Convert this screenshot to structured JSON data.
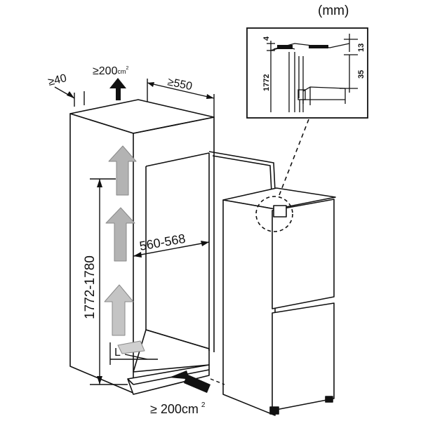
{
  "units": "(mm)",
  "labels": {
    "vent_top": "≥200",
    "vent_top_unit": "cm",
    "vent_top_sup": "2",
    "side_gap": "≥40",
    "depth": "≥550",
    "width": "560-568",
    "height": "1772-1780",
    "length": "L",
    "vent_bottom": "≥ 200cm",
    "vent_bottom_sup": "2"
  },
  "detail": {
    "dim_4": "4",
    "dim_13": "13",
    "dim_35": "35",
    "dim_1772": "1772"
  },
  "colors": {
    "stroke": "#111111",
    "arrow_gray": "#b3b3b3",
    "arrow_gray_light": "#d0d0d0",
    "arrow_black": "#111111"
  }
}
